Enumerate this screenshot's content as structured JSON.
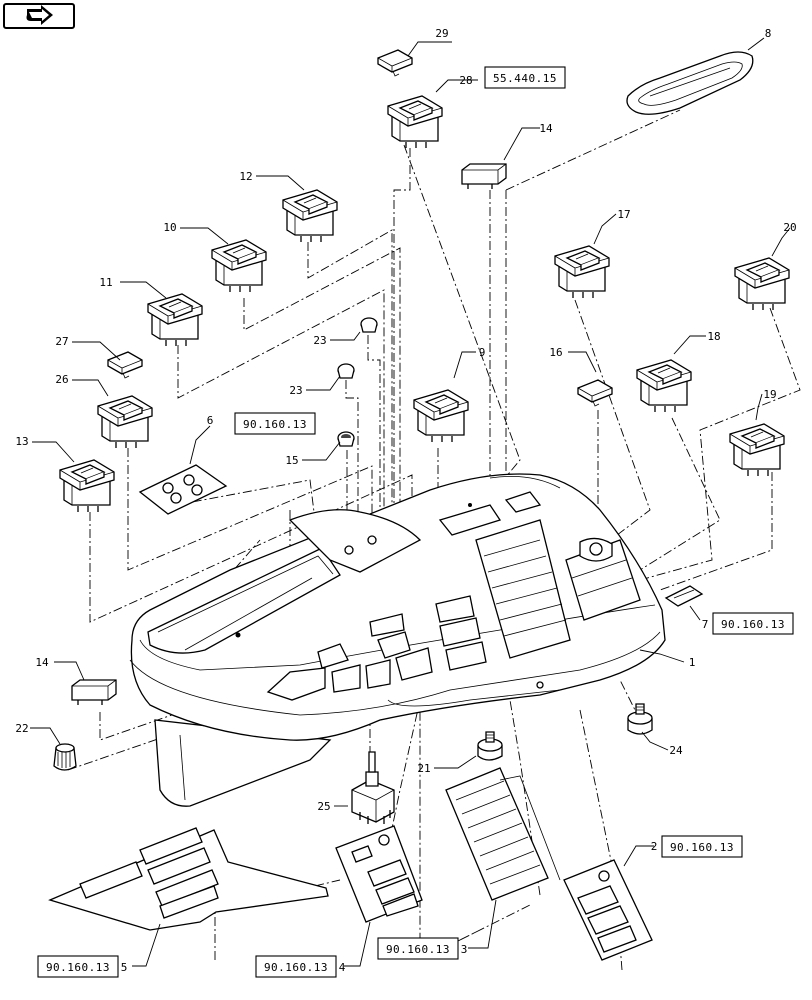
{
  "nav": {
    "icon": "navigation-arrow-icon"
  },
  "callouts": {
    "c1": "1",
    "c2": "2",
    "c3": "3",
    "c4": "4",
    "c5": "5",
    "c6": "6",
    "c7": "7",
    "c8": "8",
    "c9": "9",
    "c10": "10",
    "c11": "11",
    "c12": "12",
    "c13": "13",
    "c14a": "14",
    "c14b": "14",
    "c15": "15",
    "c16": "16",
    "c17": "17",
    "c18": "18",
    "c19": "19",
    "c20": "20",
    "c21": "21",
    "c22": "22",
    "c23a": "23",
    "c23b": "23",
    "c24": "24",
    "c25": "25",
    "c26": "26",
    "c27": "27",
    "c28": "28",
    "c29": "29"
  },
  "references": {
    "r_top": "55.440.15",
    "r_left": "90.160.13",
    "r_7": "90.160.13",
    "r_2": "90.160.13",
    "r_3": "90.160.13",
    "r_4": "90.160.13",
    "r_5": "90.160.13"
  }
}
